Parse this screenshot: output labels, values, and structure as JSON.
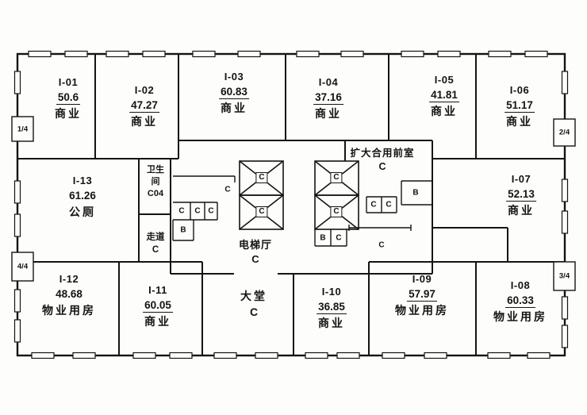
{
  "rooms": [
    {
      "id": "I-01",
      "area": "50.6",
      "type": "商业"
    },
    {
      "id": "I-02",
      "area": "47.27",
      "type": "商业"
    },
    {
      "id": "I-03",
      "area": "60.83",
      "type": "商业"
    },
    {
      "id": "I-04",
      "area": "37.16",
      "type": "商业"
    },
    {
      "id": "I-05",
      "area": "41.81",
      "type": "商业"
    },
    {
      "id": "I-06",
      "area": "51.17",
      "type": "商业"
    },
    {
      "id": "I-07",
      "area": "52.13",
      "type": "商业"
    },
    {
      "id": "I-08",
      "area": "60.33",
      "type": "物业用房"
    },
    {
      "id": "I-09",
      "area": "57.97",
      "type": "物业用房"
    },
    {
      "id": "I-10",
      "area": "36.85",
      "type": "商业"
    },
    {
      "id": "I-11",
      "area": "60.05",
      "type": "商业"
    },
    {
      "id": "I-12",
      "area": "48.68",
      "type": "物业用房"
    },
    {
      "id": "I-13",
      "area": "61.26",
      "type": "公厕"
    }
  ],
  "core": {
    "restroom": {
      "line1": "卫生",
      "line2": "间",
      "line3": "C04"
    },
    "corridor": {
      "label": "走道",
      "code": "C"
    },
    "elevator_hall": {
      "label": "电梯厅",
      "code": "C"
    },
    "lobby": {
      "label": "大堂",
      "code": "C"
    },
    "front_room": {
      "label": "扩大合用前室",
      "code": "C"
    },
    "shaft_labels": [
      "C",
      "C",
      "C",
      "C"
    ],
    "cells": {
      "wc_front": "C",
      "row_c1": "C",
      "row_c2": "C",
      "row_c3": "C",
      "row_b": "B",
      "duct_b": "B",
      "duct_c1": "C",
      "duct_c2": "C",
      "shaft_b": "B",
      "shaft_c": "C",
      "front_c": "C"
    }
  },
  "markers": {
    "tl": "1/4",
    "tr": "2/4",
    "bl": "4/4",
    "br": "3/4"
  }
}
